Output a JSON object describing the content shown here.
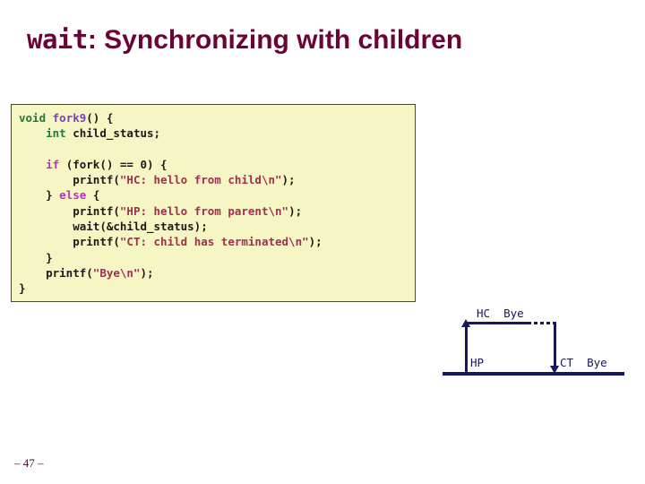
{
  "slide": {
    "title_keyword": "wait",
    "title_rest": ": Synchronizing with children",
    "page_number": "– 47 –"
  },
  "code_block": {
    "language": "c",
    "background_color": "#f6f5c4",
    "border_color": "#4a4a22",
    "lines": [
      "void fork9() {",
      "    int child_status;",
      "",
      "    if (fork() == 0) {",
      "        printf(\"HC: hello from child\\n\");",
      "    } else {",
      "        printf(\"HP: hello from parent\\n\");",
      "        wait(&child_status);",
      "        printf(\"CT: child has terminated\\n\");",
      "    }",
      "    printf(\"Bye\\n\");",
      "}"
    ],
    "tokens": {
      "void": "void",
      "fork9": "fork9",
      "open_paren_brace": "() {",
      "indent4": "    ",
      "indent8": "        ",
      "int": "int",
      "child_status_decl": " child_status;",
      "if": "if",
      "fork_cond": " (fork() == 0) {",
      "printf_open": "printf(",
      "str_hc": "\"HC: hello from child\\n\"",
      "close_semi": ");",
      "close_brace": "}",
      "else": "else",
      "brace_open": "{",
      "str_hp": "\"HP: hello from parent\\n\"",
      "wait_call": "wait(&child_status);",
      "str_ct": "\"CT: child has terminated\\n\"",
      "str_bye": "\"Bye\\n\""
    }
  },
  "diagram": {
    "type": "process-timeline",
    "line_color": "#17175c",
    "labels": {
      "child_output": "HC  Bye",
      "parent_output": "HP",
      "child_terminated": "CT  Bye"
    },
    "arrows": {
      "fork_up": "fork-creates-child",
      "exit_down": "child-exits-parent-reaped"
    }
  }
}
